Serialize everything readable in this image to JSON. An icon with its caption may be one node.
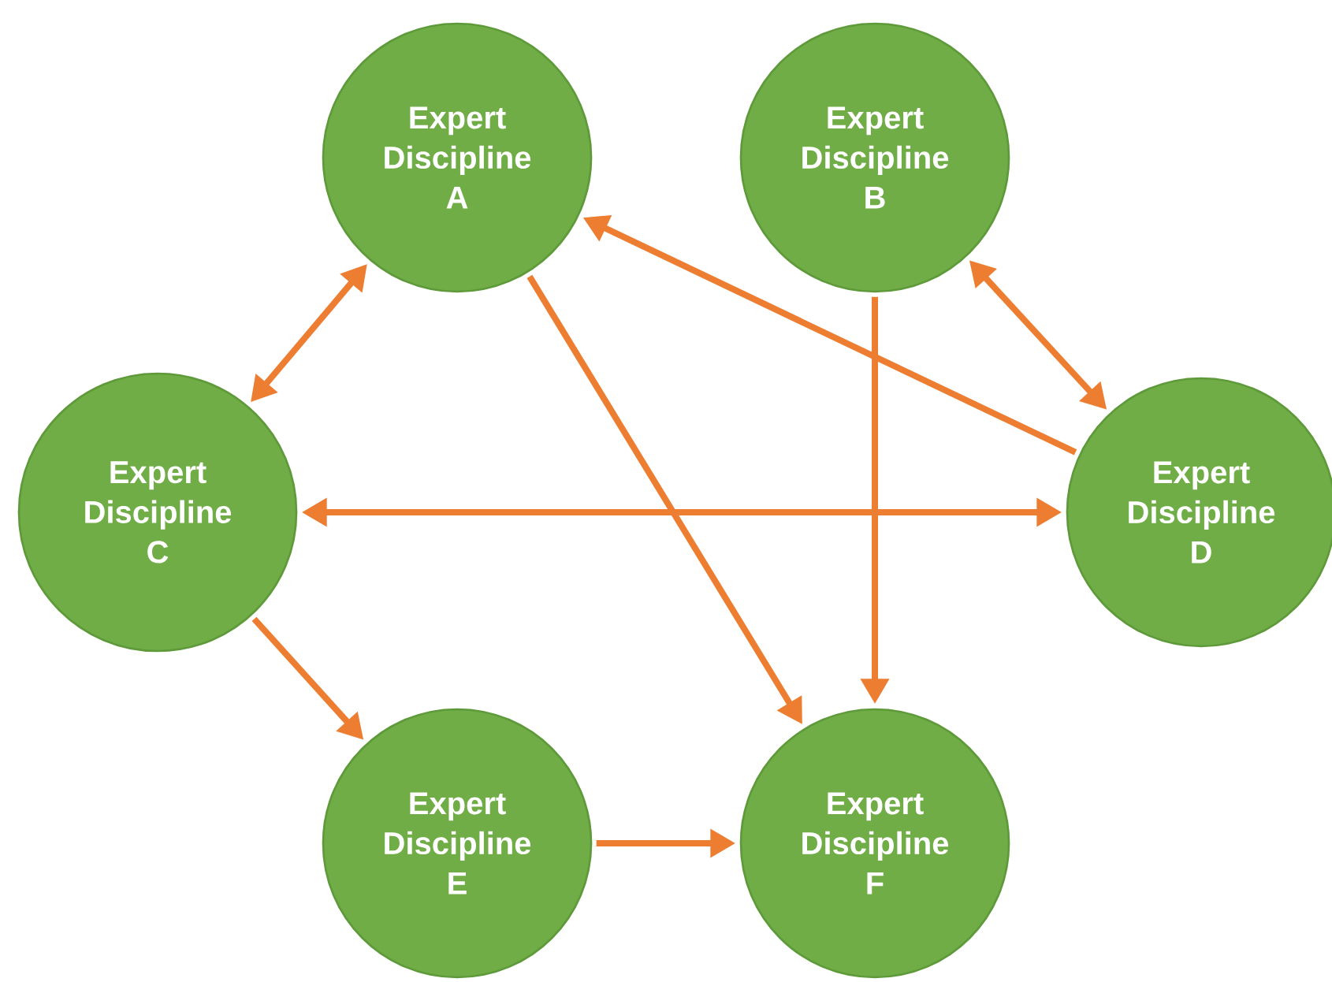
{
  "diagram": {
    "nodes": [
      {
        "text": [
          "Expert Discipline A"
        ]
      },
      {
        "text": [
          "Expert Discipline B"
        ]
      },
      {
        "text": [
          "Expert Discipline C"
        ]
      },
      {
        "text": [
          "Expert Discipline D"
        ]
      },
      {
        "text": [
          "Expert Discipline E"
        ]
      },
      {
        "text": [
          "Expert Discipline F"
        ]
      }
    ],
    "edges": [
      {
        "from": 0,
        "to": 2,
        "arrow": "both"
      },
      {
        "from": 3,
        "to": 0,
        "arrow": "to"
      },
      {
        "from": 0,
        "to": 5,
        "arrow": "to"
      },
      {
        "from": 1,
        "to": 3,
        "arrow": "both"
      },
      {
        "from": 1,
        "to": 5,
        "arrow": "to"
      },
      {
        "from": 2,
        "to": 3,
        "arrow": "both"
      },
      {
        "from": 2,
        "to": 4,
        "arrow": "to"
      },
      {
        "from": 4,
        "to": 5,
        "arrow": "to"
      }
    ]
  }
}
